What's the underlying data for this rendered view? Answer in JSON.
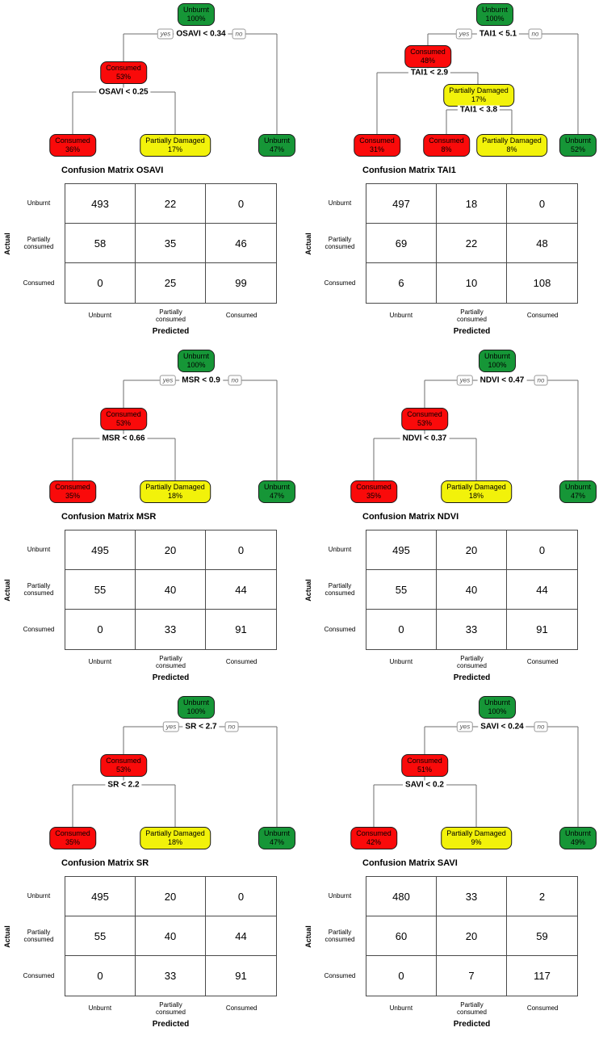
{
  "branch_labels": {
    "yes": "yes",
    "no": "no"
  },
  "matrix_labels": {
    "actual": "Actual",
    "predicted": "Predicted",
    "row_labels": [
      "Unburnt",
      "Partially consumed",
      "Consumed"
    ],
    "col_labels": [
      "Unburnt",
      "Partially consumed",
      "Consumed"
    ]
  },
  "colors": {
    "unburnt_green": "#169637",
    "consumed_red": "#fa0a0a",
    "partially_damaged_yellow": "#f2f20a"
  },
  "panels": [
    {
      "id": "OSAVI",
      "tree": {
        "root": {
          "label": "Unburnt",
          "pct": "100%"
        },
        "split1": "OSAVI < 0.34",
        "internal": {
          "label": "Consumed",
          "pct": "53%"
        },
        "split2": "OSAVI < 0.25",
        "leaf1": {
          "label": "Consumed",
          "pct": "36%"
        },
        "leaf2": {
          "label": "Partially Damaged",
          "pct": "17%"
        },
        "leaf3": {
          "label": "Unburnt",
          "pct": "47%"
        }
      },
      "matrix": {
        "title": "Confusion Matrix OSAVI",
        "rows": [
          [
            493,
            22,
            0
          ],
          [
            58,
            35,
            46
          ],
          [
            0,
            25,
            99
          ]
        ]
      }
    },
    {
      "id": "TAI1",
      "tree": {
        "root": {
          "label": "Unburnt",
          "pct": "100%"
        },
        "split1": "TAI1 < 5.1",
        "internal1": {
          "label": "Consumed",
          "pct": "48%"
        },
        "split2": "TAI1 < 2.9",
        "leafA": {
          "label": "Consumed",
          "pct": "31%"
        },
        "internal2": {
          "label": "Partially Damaged",
          "pct": "17%"
        },
        "split3": "TAI1 < 3.8",
        "leafB": {
          "label": "Consumed",
          "pct": "8%"
        },
        "leafC": {
          "label": "Partially Damaged",
          "pct": "8%"
        },
        "leafD": {
          "label": "Unburnt",
          "pct": "52%"
        }
      },
      "matrix": {
        "title": "Confusion Matrix TAI1",
        "rows": [
          [
            497,
            18,
            0
          ],
          [
            69,
            22,
            48
          ],
          [
            6,
            10,
            108
          ]
        ]
      }
    },
    {
      "id": "MSR",
      "tree": {
        "root": {
          "label": "Unburnt",
          "pct": "100%"
        },
        "split1": "MSR < 0.9",
        "internal": {
          "label": "Consumed",
          "pct": "53%"
        },
        "split2": "MSR < 0.66",
        "leaf1": {
          "label": "Consumed",
          "pct": "35%"
        },
        "leaf2": {
          "label": "Partially Damaged",
          "pct": "18%"
        },
        "leaf3": {
          "label": "Unburnt",
          "pct": "47%"
        }
      },
      "matrix": {
        "title": "Confusion Matrix MSR",
        "rows": [
          [
            495,
            20,
            0
          ],
          [
            55,
            40,
            44
          ],
          [
            0,
            33,
            91
          ]
        ]
      }
    },
    {
      "id": "NDVI",
      "tree": {
        "root": {
          "label": "Unburnt",
          "pct": "100%"
        },
        "split1": "NDVI < 0.47",
        "internal": {
          "label": "Consumed",
          "pct": "53%"
        },
        "split2": "NDVI < 0.37",
        "leaf1": {
          "label": "Consumed",
          "pct": "35%"
        },
        "leaf2": {
          "label": "Partially Damaged",
          "pct": "18%"
        },
        "leaf3": {
          "label": "Unburnt",
          "pct": "47%"
        }
      },
      "matrix": {
        "title": "Confusion Matrix NDVI",
        "rows": [
          [
            495,
            20,
            0
          ],
          [
            55,
            40,
            44
          ],
          [
            0,
            33,
            91
          ]
        ]
      }
    },
    {
      "id": "SR",
      "tree": {
        "root": {
          "label": "Unburnt",
          "pct": "100%"
        },
        "split1": "SR < 2.7",
        "internal": {
          "label": "Consumed",
          "pct": "53%"
        },
        "split2": "SR < 2.2",
        "leaf1": {
          "label": "Consumed",
          "pct": "35%"
        },
        "leaf2": {
          "label": "Partially Damaged",
          "pct": "18%"
        },
        "leaf3": {
          "label": "Unburnt",
          "pct": "47%"
        }
      },
      "matrix": {
        "title": "Confusion Matrix SR",
        "rows": [
          [
            495,
            20,
            0
          ],
          [
            55,
            40,
            44
          ],
          [
            0,
            33,
            91
          ]
        ]
      }
    },
    {
      "id": "SAVI",
      "tree": {
        "root": {
          "label": "Unburnt",
          "pct": "100%"
        },
        "split1": "SAVI < 0.24",
        "internal": {
          "label": "Consumed",
          "pct": "51%"
        },
        "split2": "SAVI < 0.2",
        "leaf1": {
          "label": "Consumed",
          "pct": "42%"
        },
        "leaf2": {
          "label": "Partially Damaged",
          "pct": "9%"
        },
        "leaf3": {
          "label": "Unburnt",
          "pct": "49%"
        }
      },
      "matrix": {
        "title": "Confusion Matrix SAVI",
        "rows": [
          [
            480,
            33,
            2
          ],
          [
            60,
            20,
            59
          ],
          [
            0,
            7,
            117
          ]
        ]
      }
    }
  ],
  "chart_data": [
    {
      "type": "table",
      "title": "Confusion Matrix OSAVI",
      "row_labels": [
        "Unburnt",
        "Partially consumed",
        "Consumed"
      ],
      "col_labels": [
        "Unburnt",
        "Partially consumed",
        "Consumed"
      ],
      "xlabel": "Predicted",
      "ylabel": "Actual",
      "values": [
        [
          493,
          22,
          0
        ],
        [
          58,
          35,
          46
        ],
        [
          0,
          25,
          99
        ]
      ]
    },
    {
      "type": "table",
      "title": "Confusion Matrix TAI1",
      "row_labels": [
        "Unburnt",
        "Partially consumed",
        "Consumed"
      ],
      "col_labels": [
        "Unburnt",
        "Partially consumed",
        "Consumed"
      ],
      "xlabel": "Predicted",
      "ylabel": "Actual",
      "values": [
        [
          497,
          18,
          0
        ],
        [
          69,
          22,
          48
        ],
        [
          6,
          10,
          108
        ]
      ]
    },
    {
      "type": "table",
      "title": "Confusion Matrix MSR",
      "row_labels": [
        "Unburnt",
        "Partially consumed",
        "Consumed"
      ],
      "col_labels": [
        "Unburnt",
        "Partially consumed",
        "Consumed"
      ],
      "xlabel": "Predicted",
      "ylabel": "Actual",
      "values": [
        [
          495,
          20,
          0
        ],
        [
          55,
          40,
          44
        ],
        [
          0,
          33,
          91
        ]
      ]
    },
    {
      "type": "table",
      "title": "Confusion Matrix NDVI",
      "row_labels": [
        "Unburnt",
        "Partially consumed",
        "Consumed"
      ],
      "col_labels": [
        "Unburnt",
        "Partially consumed",
        "Consumed"
      ],
      "xlabel": "Predicted",
      "ylabel": "Actual",
      "values": [
        [
          495,
          20,
          0
        ],
        [
          55,
          40,
          44
        ],
        [
          0,
          33,
          91
        ]
      ]
    },
    {
      "type": "table",
      "title": "Confusion Matrix SR",
      "row_labels": [
        "Unburnt",
        "Partially consumed",
        "Consumed"
      ],
      "col_labels": [
        "Unburnt",
        "Partially consumed",
        "Consumed"
      ],
      "xlabel": "Predicted",
      "ylabel": "Actual",
      "values": [
        [
          495,
          20,
          0
        ],
        [
          55,
          40,
          44
        ],
        [
          0,
          33,
          91
        ]
      ]
    },
    {
      "type": "table",
      "title": "Confusion Matrix SAVI",
      "row_labels": [
        "Unburnt",
        "Partially consumed",
        "Consumed"
      ],
      "col_labels": [
        "Unburnt",
        "Partially consumed",
        "Consumed"
      ],
      "xlabel": "Predicted",
      "ylabel": "Actual",
      "values": [
        [
          480,
          33,
          2
        ],
        [
          60,
          20,
          59
        ],
        [
          0,
          7,
          117
        ]
      ]
    }
  ]
}
